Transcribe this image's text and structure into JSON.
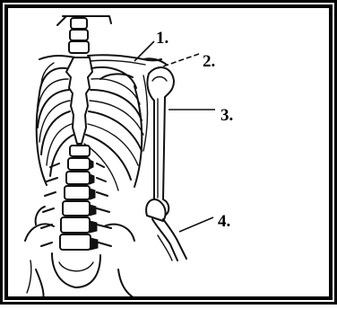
{
  "labels": [
    {
      "id": "1",
      "text": "1."
    },
    {
      "id": "2",
      "text": "2."
    },
    {
      "id": "3",
      "text": "3."
    },
    {
      "id": "4",
      "text": "4."
    }
  ],
  "colors": {
    "border": "#000000",
    "ink": "#111111",
    "background": "#ffffff"
  }
}
